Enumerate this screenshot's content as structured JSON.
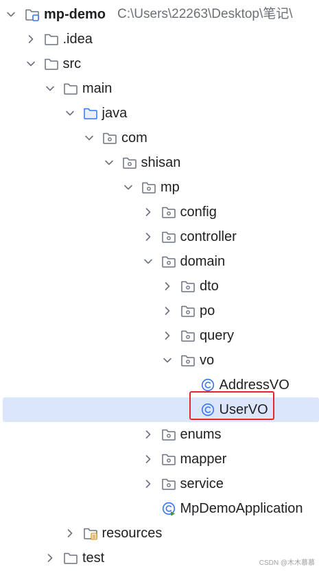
{
  "project": {
    "name": "mp-demo",
    "path": "C:\\Users\\22263\\Desktop\\笔记\\"
  },
  "tree": [
    {
      "label": ".idea",
      "type": "folder",
      "chevron": "right"
    },
    {
      "label": "src",
      "type": "folder",
      "chevron": "down"
    },
    {
      "label": "main",
      "type": "folder",
      "chevron": "down"
    },
    {
      "label": "java",
      "type": "source-folder",
      "chevron": "down"
    },
    {
      "label": "com",
      "type": "package",
      "chevron": "down"
    },
    {
      "label": "shisan",
      "type": "package",
      "chevron": "down"
    },
    {
      "label": "mp",
      "type": "package",
      "chevron": "down"
    },
    {
      "label": "config",
      "type": "package",
      "chevron": "right"
    },
    {
      "label": "controller",
      "type": "package",
      "chevron": "right"
    },
    {
      "label": "domain",
      "type": "package",
      "chevron": "down"
    },
    {
      "label": "dto",
      "type": "package",
      "chevron": "right"
    },
    {
      "label": "po",
      "type": "package",
      "chevron": "right"
    },
    {
      "label": "query",
      "type": "package",
      "chevron": "right"
    },
    {
      "label": "vo",
      "type": "package",
      "chevron": "down"
    },
    {
      "label": "AddressVO",
      "type": "class"
    },
    {
      "label": "UserVO",
      "type": "class"
    },
    {
      "label": "enums",
      "type": "package",
      "chevron": "right"
    },
    {
      "label": "mapper",
      "type": "package",
      "chevron": "right"
    },
    {
      "label": "service",
      "type": "package",
      "chevron": "right"
    },
    {
      "label": "MpDemoApplication",
      "type": "main-class"
    },
    {
      "label": "resources",
      "type": "resources-folder",
      "chevron": "right"
    },
    {
      "label": "test",
      "type": "folder",
      "chevron": "right"
    }
  ],
  "selected_label": "UserVO",
  "watermark": "CSDN @木木慕慕",
  "colors": {
    "selection": "#dce6fb",
    "highlight_border": "#e8242a",
    "class_icon": "#3574f0",
    "folder_stroke": "#6c707e"
  }
}
